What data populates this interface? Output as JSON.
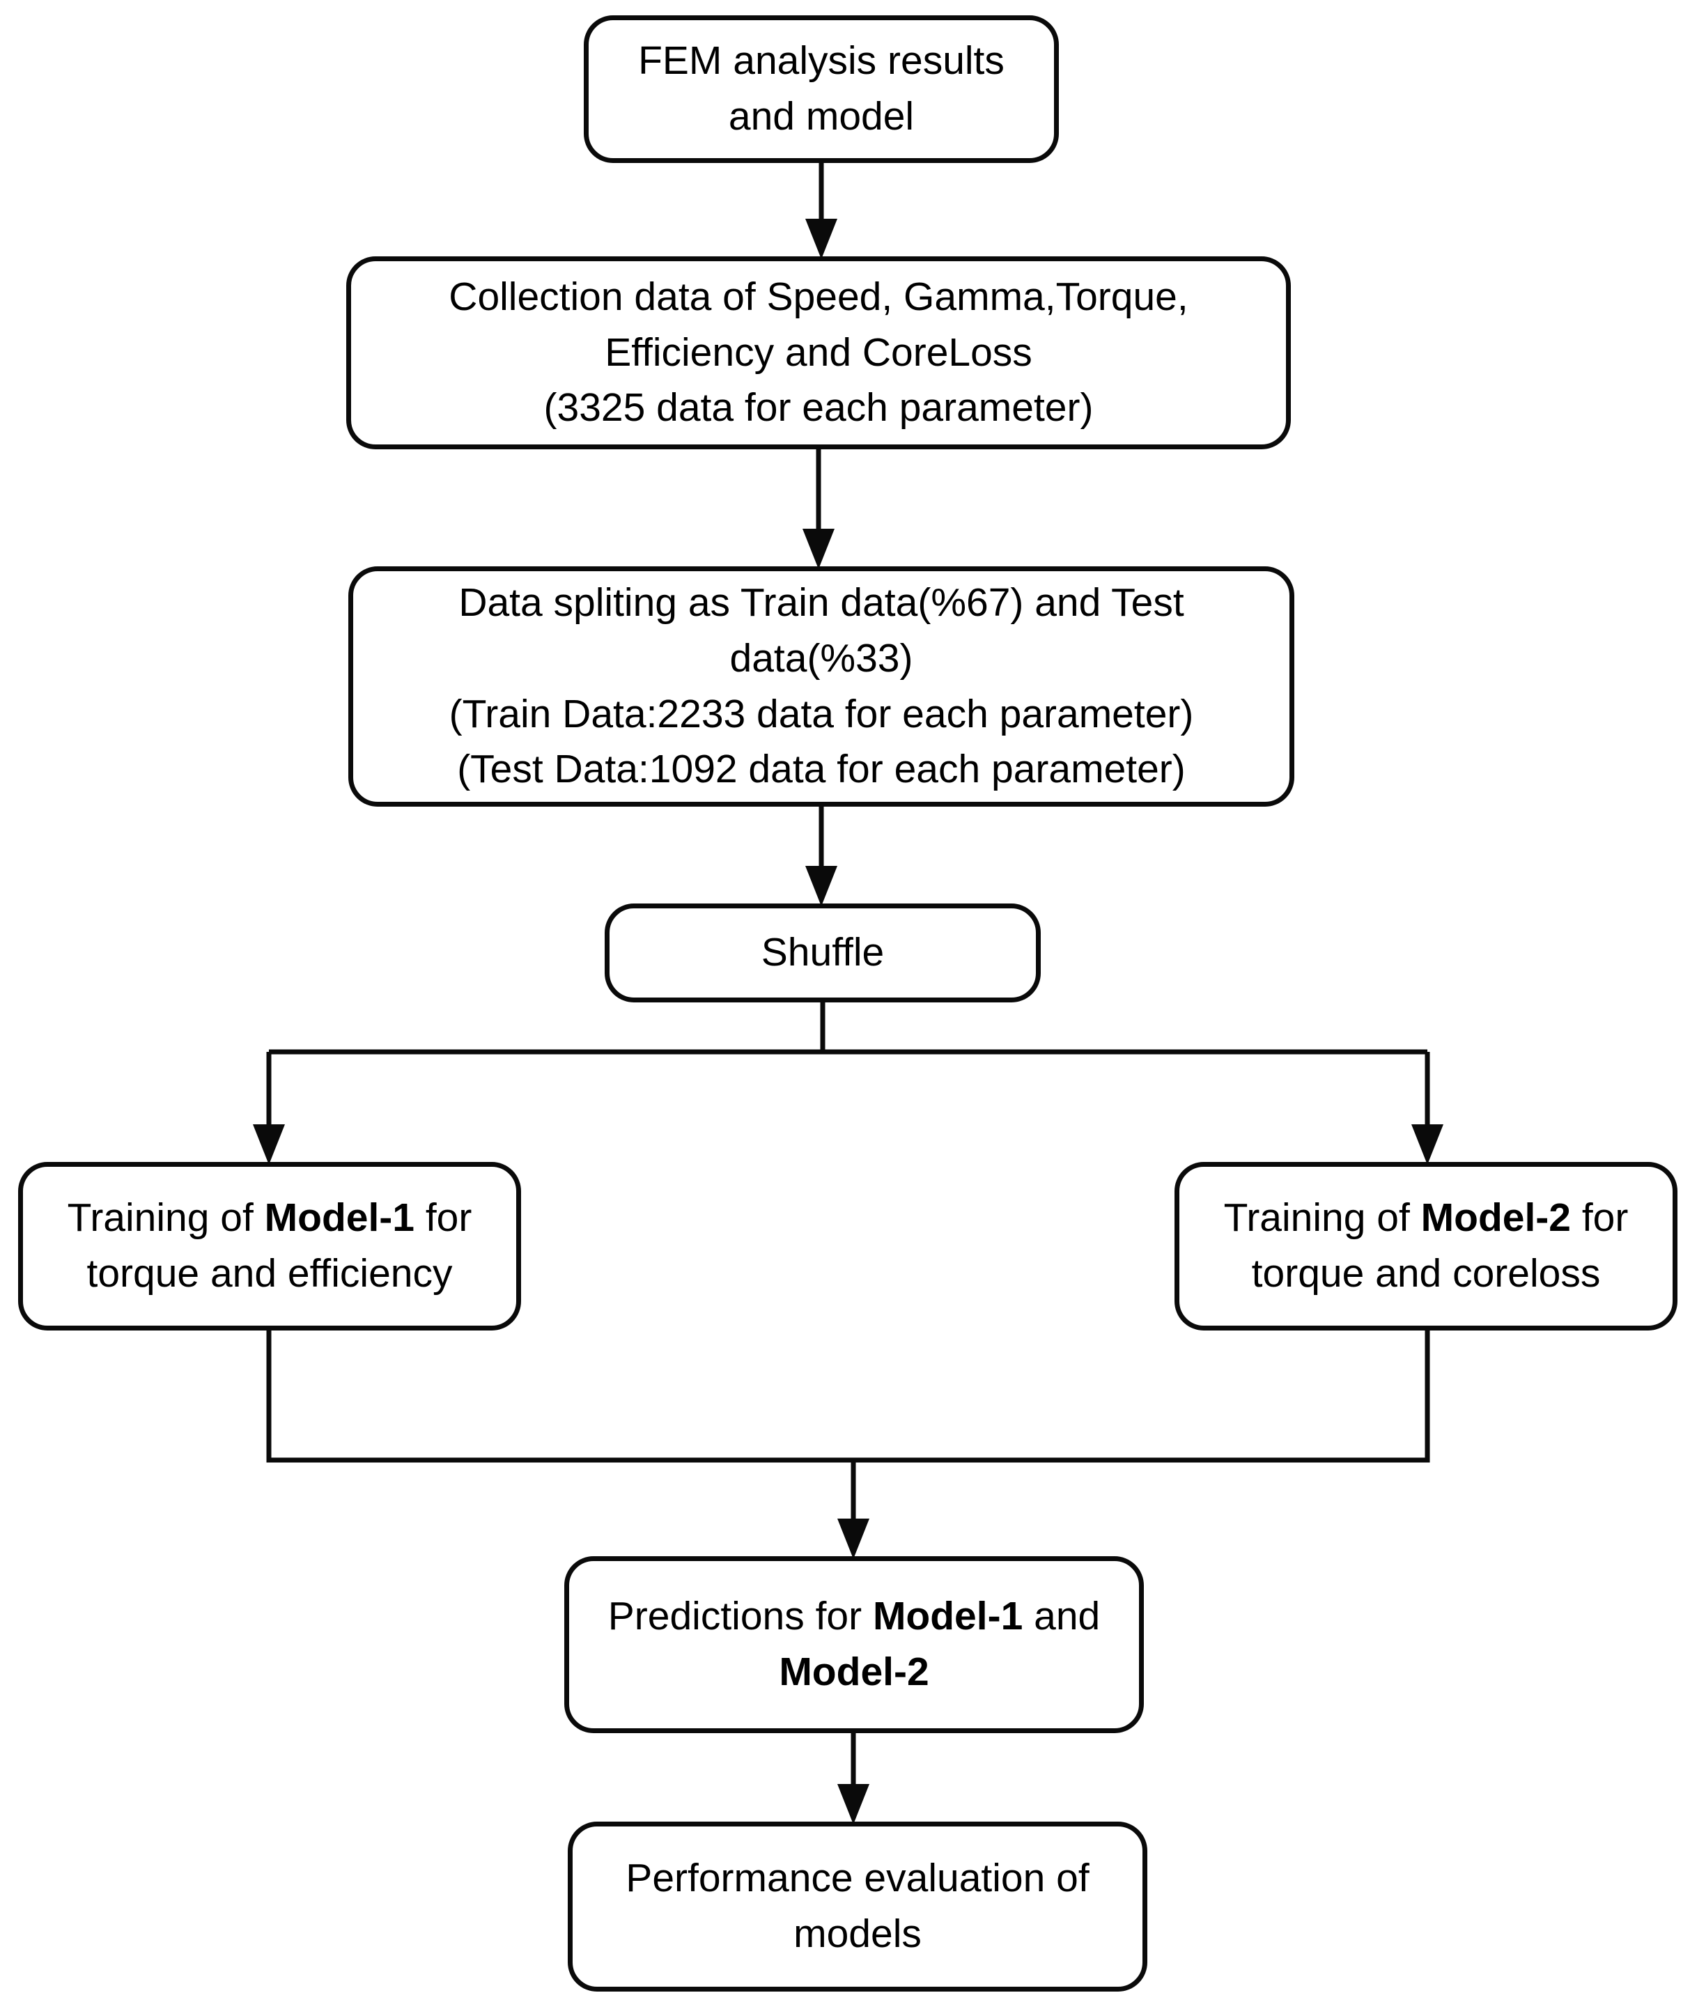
{
  "nodes": {
    "fem": {
      "line1": "FEM analysis results",
      "line2": "and model"
    },
    "collection": {
      "line1": "Collection data of Speed, Gamma,Torque,",
      "line2": "Efficiency and CoreLoss",
      "line3": "(3325 data for each parameter)"
    },
    "split": {
      "line1": "Data spliting as Train data(%67) and Test",
      "line2": "data(%33)",
      "line3": "(Train Data:2233 data for each parameter)",
      "line4": "(Test Data:1092 data for each parameter)"
    },
    "shuffle": {
      "label": "Shuffle"
    },
    "model1": {
      "line1_prefix": "Training of ",
      "line1_bold": "Model-1",
      "line1_suffix": " for",
      "line2": "torque and efficiency"
    },
    "model2": {
      "line1_prefix": "Training of ",
      "line1_bold": "Model-2",
      "line1_suffix": " for",
      "line2": "torque and coreloss"
    },
    "predictions": {
      "line1_prefix": "Predictions for ",
      "line1_bold": "Model-1",
      "line1_suffix": " and",
      "line2_bold": "Model-2"
    },
    "performance": {
      "line1": "Performance evaluation of",
      "line2": "models"
    }
  },
  "colors": {
    "stroke": "#0a0a0a",
    "box_fill": "#ffffff",
    "text": "#000000",
    "background": "#ffffff"
  }
}
